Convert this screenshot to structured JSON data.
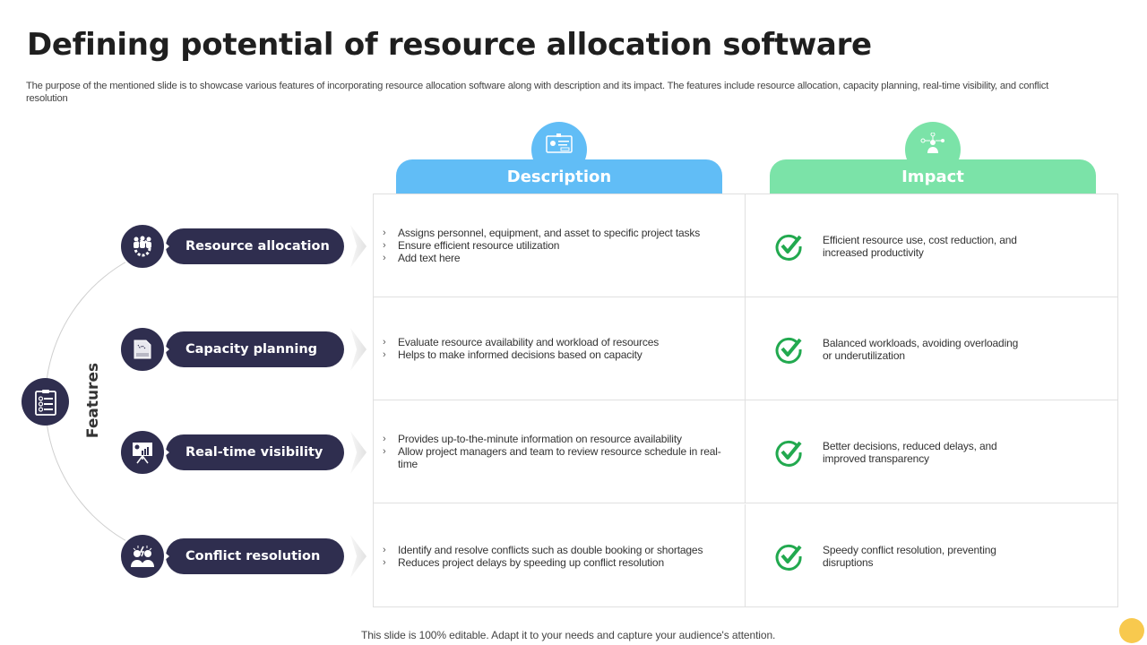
{
  "slide": {
    "title": "Defining potential of resource allocation software",
    "subtitle": "The purpose of the mentioned slide is to showcase various features of incorporating resource allocation software along with description and its impact. The features include resource allocation, capacity planning, real-time visibility, and conflict resolution",
    "footer": "This slide is 100% editable. Adapt it to your needs and capture your audience's attention."
  },
  "features": {
    "label": "Features",
    "root_icon": "clipboard-checklist-icon",
    "items": [
      {
        "label": "Resource allocation",
        "icon": "team-gear-icon"
      },
      {
        "label": "Capacity planning",
        "icon": "plan-sheet-icon"
      },
      {
        "label": "Real-time visibility",
        "icon": "presentation-board-icon"
      },
      {
        "label": "Conflict resolution",
        "icon": "conflict-people-icon"
      }
    ]
  },
  "columns": {
    "description": {
      "label": "Description",
      "icon": "id-card-icon",
      "color": "#61bdf6"
    },
    "impact": {
      "label": "Impact",
      "icon": "person-network-icon",
      "color": "#7be3a8"
    }
  },
  "rows": [
    {
      "description": [
        "Assigns personnel, equipment, and asset to specific project tasks",
        "Ensure efficient resource utilization",
        "Add text here"
      ],
      "impact": "Efficient resource use, cost reduction, and increased productivity"
    },
    {
      "description": [
        "Evaluate resource  availability and workload of resources",
        "Helps to make informed decisions based on capacity"
      ],
      "impact": "Balanced workloads, avoiding overloading or underutilization"
    },
    {
      "description": [
        "Provides up-to-the-minute information on resource availability",
        "Allow project managers and team to review resource schedule in real-time"
      ],
      "impact": "Better decisions, reduced delays, and improved transparency"
    },
    {
      "description": [
        "Identify and resolve conflicts such as double booking or shortages",
        "Reduces project delays by speeding up conflict resolution"
      ],
      "impact": "Speedy conflict resolution, preventing disruptions"
    }
  ],
  "colors": {
    "dark_navy": "#2f2e4f",
    "description_blue": "#61bdf6",
    "impact_green": "#7be3a8",
    "check_green": "#22a94f",
    "accent_dot": "#f8c94e"
  }
}
